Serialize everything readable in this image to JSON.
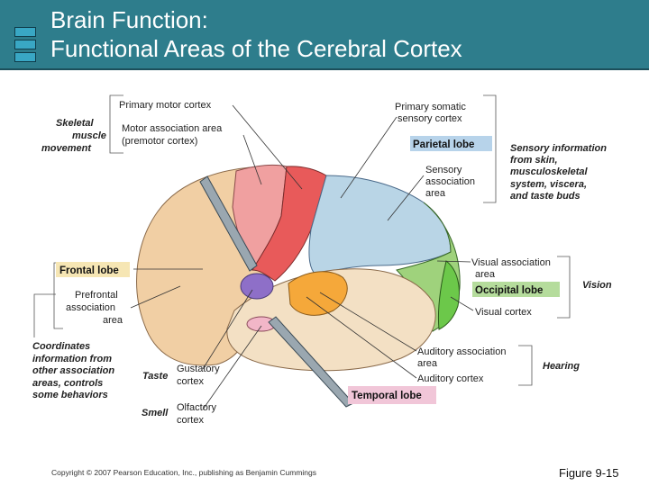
{
  "slide": {
    "title_line1": "Brain Function:",
    "title_line2": "Functional Areas of the Cerebral Cortex",
    "copyright": "Copyright © 2007 Pearson Education, Inc., publishing as Benjamin Cummings",
    "figure": "Figure 9-15"
  },
  "labels": {
    "primary_motor_cortex": "Primary motor cortex",
    "motor_assoc_1": "Motor association area",
    "motor_assoc_2": "(premotor cortex)",
    "skeletal_1": "Skeletal",
    "skeletal_2": "muscle",
    "skeletal_3": "movement",
    "primary_somatic_1": "Primary  somatic",
    "primary_somatic_2": "sensory cortex",
    "parietal_lobe": "Parietal  lobe",
    "sensory_assoc_1": "Sensory",
    "sensory_assoc_2": "association",
    "sensory_assoc_3": "area",
    "sensory_info_1": "Sensory information",
    "sensory_info_2": "from skin,",
    "sensory_info_3": "musculoskeletal",
    "sensory_info_4": "system, viscera,",
    "sensory_info_5": "and taste buds",
    "frontal_lobe": "Frontal lobe",
    "prefrontal_1": "Prefrontal",
    "prefrontal_2": "association",
    "prefrontal_3": "area",
    "coordinates_1": "Coordinates",
    "coordinates_2": "information from",
    "coordinates_3": "other association",
    "coordinates_4": "areas, controls",
    "coordinates_5": "some behaviors",
    "visual_assoc_1": "Visual association",
    "visual_assoc_2": "area",
    "occipital_lobe": "Occipital lobe",
    "visual_cortex": "Visual cortex",
    "vision": "Vision",
    "auditory_assoc_1": "Auditory association",
    "auditory_assoc_2": "area",
    "auditory_cortex": "Auditory cortex",
    "hearing": "Hearing",
    "temporal_lobe": "Temporal lobe",
    "taste": "Taste",
    "gustatory_1": "Gustatory",
    "gustatory_2": "cortex",
    "smell": "Smell",
    "olfactory_1": "Olfactory",
    "olfactory_2": "cortex"
  },
  "colors": {
    "header": "#2e7d8c",
    "frontal": "#f1cfa4",
    "motor": "#e85a5a",
    "premotor": "#f0a0a0",
    "parietal": "#b9d5e6",
    "somatosensory": "#c4dcea",
    "occipital": "#9fd27c",
    "visual_cortex": "#6cc84a",
    "temporal": "#f3e0c4",
    "auditory": "#f5a83a",
    "gustatory": "#8e6fc8",
    "olfactory": "#f2b6c8",
    "parietal_box": "#b7d3ea",
    "occipital_box": "#b5dc9c",
    "temporal_box": "#f1c6d8",
    "frontal_box": "#f6e6b4"
  }
}
